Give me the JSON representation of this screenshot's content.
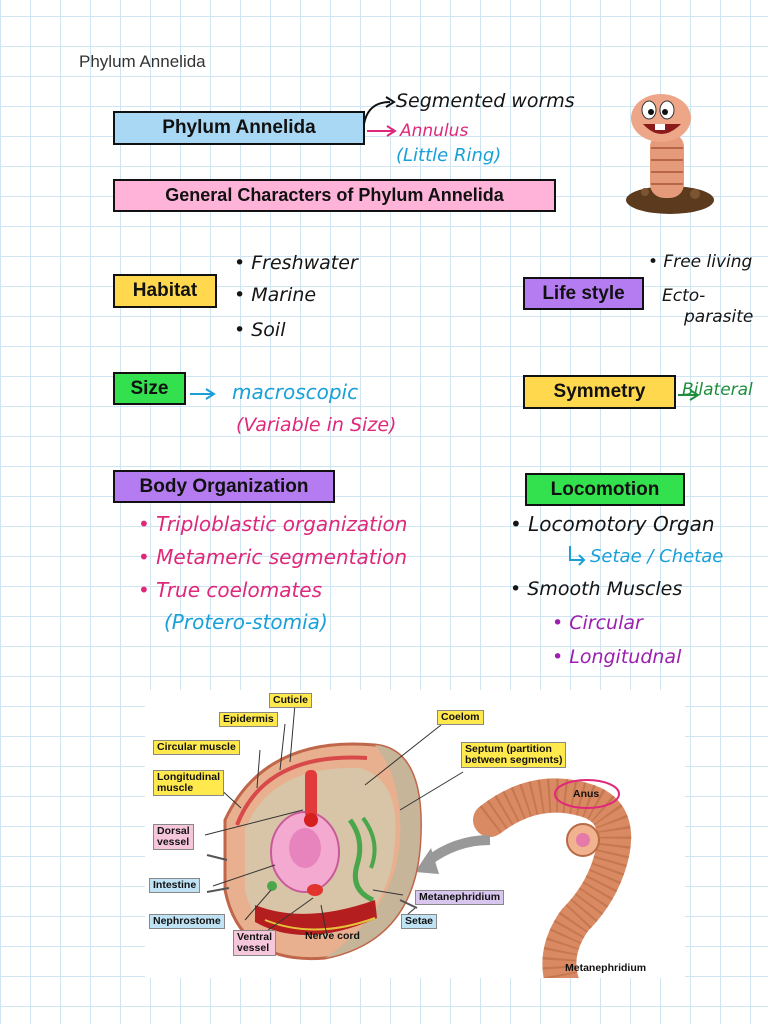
{
  "page": {
    "title": "Phylum Annelida"
  },
  "header": {
    "box_label": "Phylum Annelida",
    "note1": "Segmented worms",
    "note2": "Annulus",
    "note3": "(Little Ring)"
  },
  "general": {
    "box_label": "General Characters of Phylum Annelida"
  },
  "habitat": {
    "box_label": "Habitat",
    "items": [
      "• Freshwater",
      "• Marine",
      "• Soil"
    ]
  },
  "lifestyle": {
    "box_label": "Life style",
    "items": [
      "• Free living",
      "Ecto-",
      "parasite"
    ]
  },
  "size": {
    "box_label": "Size",
    "line1": "macroscopic",
    "line2": "(Variable in Size)"
  },
  "symmetry": {
    "box_label": "Symmetry",
    "value": "Bilateral"
  },
  "body_org": {
    "box_label": "Body Organization",
    "items": [
      "• Triploblastic organization",
      "• Metameric segmentation",
      "• True coelomates"
    ],
    "note": "(Protero-stomia)"
  },
  "locomotion": {
    "box_label": "Locomotion",
    "item1": "• Locomotory Organ",
    "sub1": "Setae / Chetae",
    "item2": "• Smooth Muscles",
    "sub_items": [
      "• Circular",
      "• Longitudnal"
    ]
  },
  "diagram": {
    "labels": {
      "cuticle": "Cuticle",
      "epidermis": "Epidermis",
      "circular_muscle": "Circular muscle",
      "longitudinal_muscle_1": "Longitudinal",
      "longitudinal_muscle_2": "muscle",
      "dorsal_vessel_1": "Dorsal",
      "dorsal_vessel_2": "vessel",
      "intestine": "Intestine",
      "nephrostome": "Nephrostome",
      "ventral_vessel_1": "Ventral",
      "ventral_vessel_2": "vessel",
      "nerve_cord": "Nerve cord",
      "coelom": "Coelom",
      "septum_1": "Septum (partition",
      "septum_2": "between segments)",
      "anus": "Anus",
      "metanephridium": "Metanephridium",
      "setae": "Setae",
      "metanephridium_bottom": "Metanephridium"
    }
  },
  "colors": {
    "box_blue": "#a9d8f5",
    "box_pink": "#ffb3d9",
    "box_yellow": "#ffd84d",
    "box_purple": "#b57cf2",
    "box_green": "#33e04d",
    "ink_pink": "#e0287a",
    "ink_blue": "#1aa0d8",
    "ink_green": "#1e8e3e",
    "ink_purple": "#9c1fb0"
  }
}
